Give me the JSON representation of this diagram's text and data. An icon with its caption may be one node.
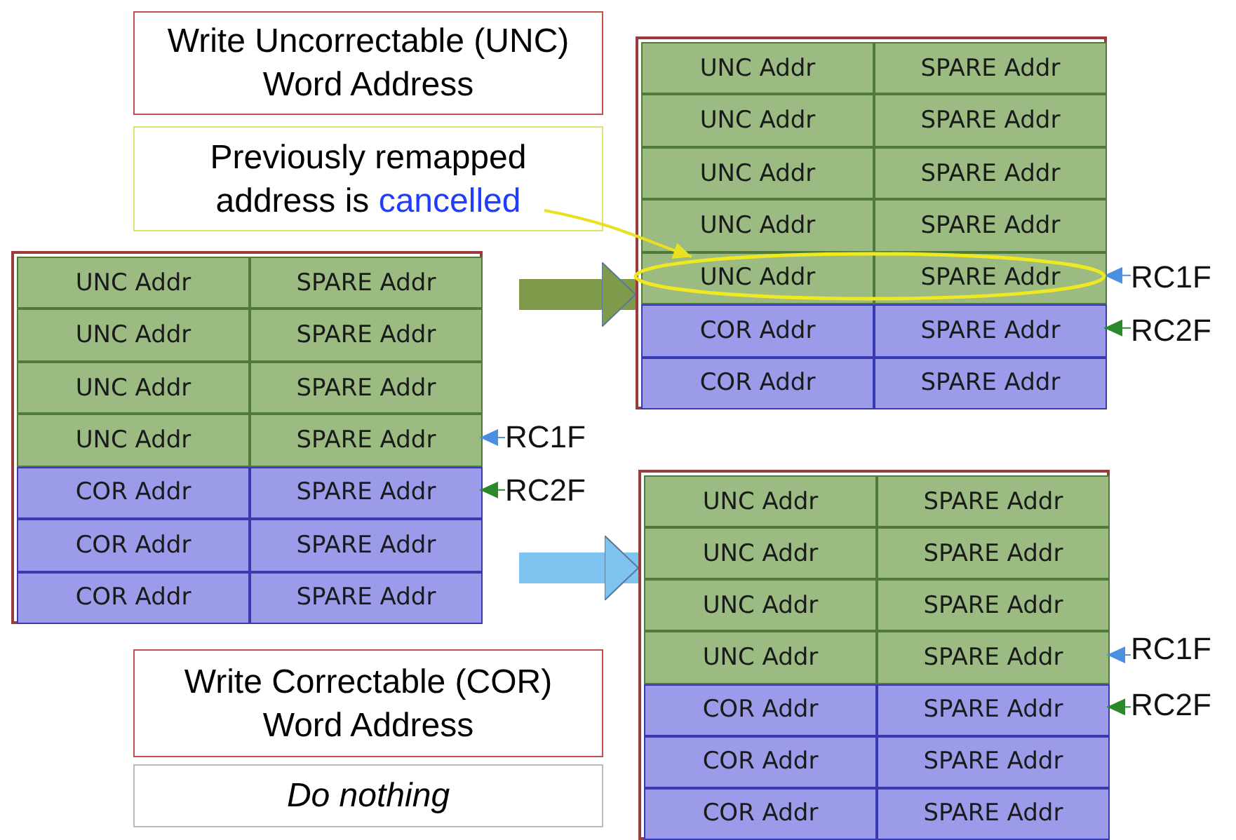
{
  "diagram": {
    "nodes": [
      {
        "text": [
          "Write Uncorrectable (UNC) Word Address"
        ]
      },
      {
        "text": [],
        "shape": "box"
      },
      {
        "text": [
          "UNC Addr"
        ],
        "in": 1
      },
      {
        "text": [
          "SPARE Addr"
        ],
        "in": 1
      },
      {
        "text": [
          "UNC Addr"
        ],
        "in": 1
      },
      {
        "text": [
          "SPARE Addr"
        ],
        "in": 1
      },
      {
        "text": [
          "UNC Addr"
        ],
        "in": 1
      },
      {
        "text": [
          "SPARE Addr"
        ],
        "in": 1
      },
      {
        "text": [
          "UNC Addr"
        ],
        "in": 1
      },
      {
        "text": [
          "SPARE Addr"
        ],
        "in": 1
      },
      {
        "text": [
          "UNC Addr"
        ],
        "in": 1
      },
      {
        "text": [
          "SPARE Addr"
        ],
        "in": 1
      },
      {
        "text": [
          "COR Addr"
        ],
        "in": 1
      },
      {
        "text": [
          "SPARE Addr"
        ],
        "in": 1
      },
      {
        "text": [
          "COR Addr"
        ],
        "in": 1
      },
      {
        "text": [
          "SPARE Addr"
        ],
        "in": 1
      },
      {
        "text": [
          "Previously remapped address is cancelled"
        ]
      },
      {
        "text": [],
        "shape": "ellipse",
        "in": 1
      },
      {
        "text": [],
        "shape": "box"
      },
      {
        "text": [
          "UNC Addr"
        ],
        "in": 18
      },
      {
        "text": [
          "SPARE Addr"
        ],
        "in": 18
      },
      {
        "text": [
          "UNC Addr"
        ],
        "in": 18
      },
      {
        "text": [
          "SPARE Addr"
        ],
        "in": 18
      },
      {
        "text": [
          "UNC Addr"
        ],
        "in": 18
      },
      {
        "text": [
          "SPARE Addr"
        ],
        "in": 18
      },
      {
        "text": [
          "UNC Addr"
        ],
        "in": 18
      },
      {
        "text": [
          "SPARE Addr"
        ],
        "in": 18
      },
      {
        "text": [
          "COR Addr"
        ],
        "in": 18
      },
      {
        "text": [
          "SPARE Addr"
        ],
        "in": 18
      },
      {
        "text": [
          "COR Addr"
        ],
        "in": 18
      },
      {
        "text": [
          "SPARE Addr"
        ],
        "in": 18
      },
      {
        "text": [
          "COR Addr"
        ],
        "in": 18
      },
      {
        "text": [
          "SPARE Addr"
        ],
        "in": 18
      },
      {
        "text": [
          "RC1F"
        ]
      },
      {
        "text": [
          "RC2F"
        ]
      },
      {
        "text": [
          "RC1F"
        ]
      },
      {
        "text": [
          "RC2F"
        ]
      },
      {
        "text": [],
        "shape": "box"
      },
      {
        "text": [
          "UNC Addr"
        ],
        "in": 37
      },
      {
        "text": [
          "SPARE Addr"
        ],
        "in": 37
      },
      {
        "text": [
          "UNC Addr"
        ],
        "in": 37
      },
      {
        "text": [
          "SPARE Addr"
        ],
        "in": 37
      },
      {
        "text": [
          "UNC Addr"
        ],
        "in": 37
      },
      {
        "text": [
          "SPARE Addr"
        ],
        "in": 37
      },
      {
        "text": [
          "UNC Addr"
        ],
        "in": 37
      },
      {
        "text": [
          "SPARE Addr"
        ],
        "in": 37
      },
      {
        "text": [
          "COR Addr"
        ],
        "in": 37
      },
      {
        "text": [
          "SPARE Addr"
        ],
        "in": 37
      },
      {
        "text": [
          "COR Addr"
        ],
        "in": 37
      },
      {
        "text": [
          "SPARE Addr"
        ],
        "in": 37
      },
      {
        "text": [
          "COR Addr"
        ],
        "in": 37
      },
      {
        "text": [
          "SPARE Addr"
        ],
        "in": 37
      },
      {
        "text": [
          "RC1F"
        ]
      },
      {
        "text": [
          "RC2F"
        ]
      },
      {
        "text": [
          "Write Correctable (COR) Word Address"
        ]
      },
      {
        "text": [
          "Do nothing"
        ]
      }
    ],
    "edges": [
      {
        "from": 18,
        "to": 1,
        "arrow": "to",
        "style": "thick",
        "color": "#7f9a4a"
      },
      {
        "from": 18,
        "to": 37,
        "arrow": "to",
        "style": "thick",
        "color": "#7fc4f0"
      },
      {
        "from": 16,
        "to": 17,
        "arrow": "to",
        "color": "#e8e020"
      },
      {
        "from": 33,
        "to": 11,
        "arrow": "to",
        "color": "#4a8fe0"
      },
      {
        "from": 34,
        "to": 13,
        "arrow": "to",
        "color": "#2a8a2a"
      },
      {
        "from": 35,
        "to": 26,
        "arrow": "to",
        "color": "#4a8fe0"
      },
      {
        "from": 36,
        "to": 28,
        "arrow": "to",
        "color": "#2a8a2a"
      },
      {
        "from": 52,
        "to": 45,
        "arrow": "to",
        "color": "#4a8fe0"
      },
      {
        "from": 53,
        "to": 47,
        "arrow": "to",
        "color": "#2a8a2a"
      }
    ]
  }
}
